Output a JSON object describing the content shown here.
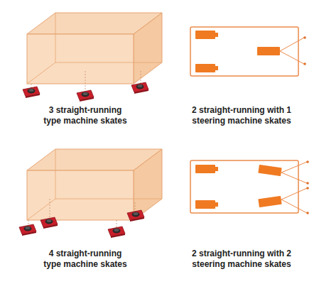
{
  "diagram": {
    "labels": [
      "3 straight-running type machine skates",
      "2 straight-running with 1 steering machine skates",
      "4 straight-running type machine skates",
      "2 straight-running with 2 steering machine skates"
    ]
  }
}
